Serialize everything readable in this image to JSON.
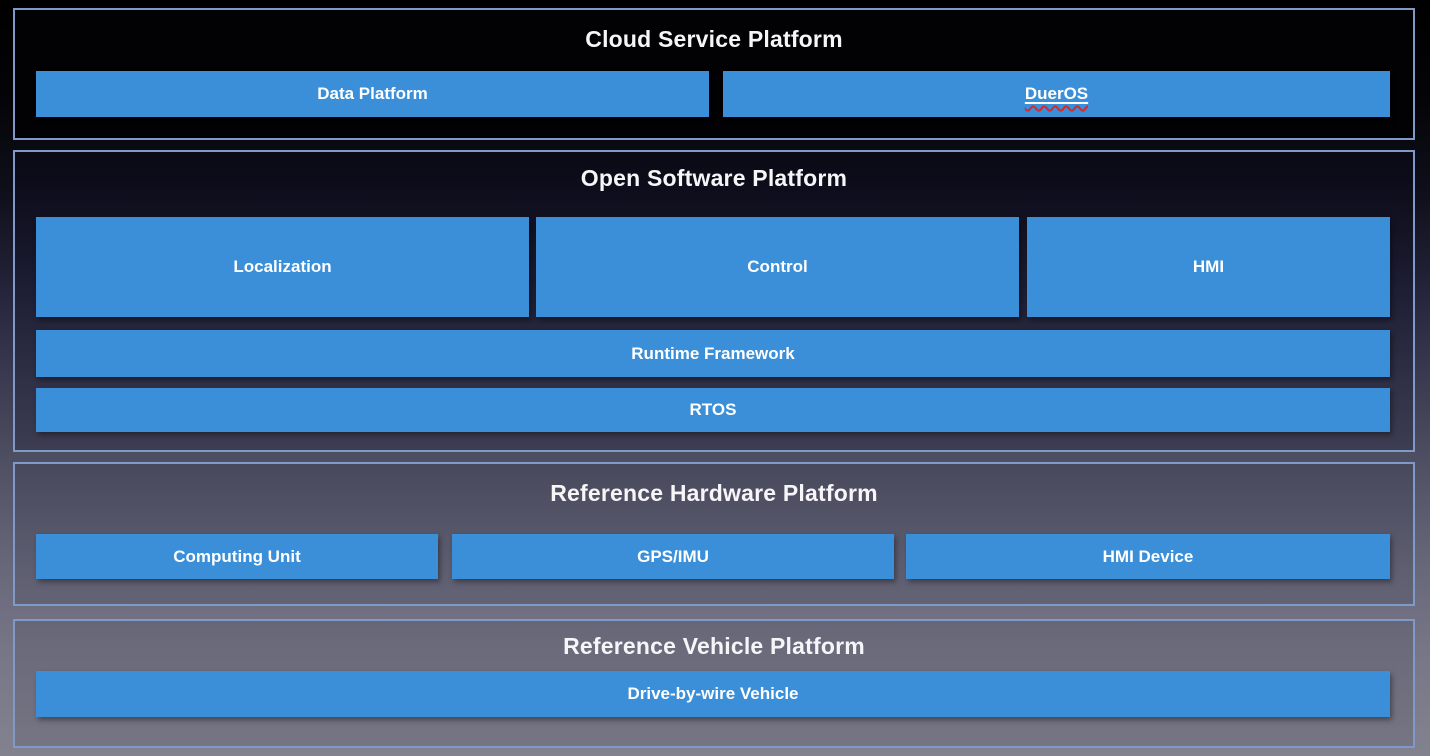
{
  "cloud": {
    "title": "Cloud Service Platform",
    "data_platform": "Data Platform",
    "dueros": "DuerOS"
  },
  "software": {
    "title": "Open Software Platform",
    "localization": "Localization",
    "control": "Control",
    "hmi": "HMI",
    "runtime_framework": "Runtime Framework",
    "rtos": "RTOS"
  },
  "hardware": {
    "title": "Reference Hardware Platform",
    "computing_unit": "Computing Unit",
    "gps_imu": "GPS/IMU",
    "hmi_device": "HMI Device"
  },
  "vehicle": {
    "title": "Reference Vehicle Platform",
    "drive_by_wire": "Drive-by-wire Vehicle"
  },
  "colors": {
    "block_blue": "#3a8fd8",
    "panel_border": "#7f9ac9",
    "wavy_underline_red": "#d42a2a",
    "text_white": "#ffffff"
  }
}
